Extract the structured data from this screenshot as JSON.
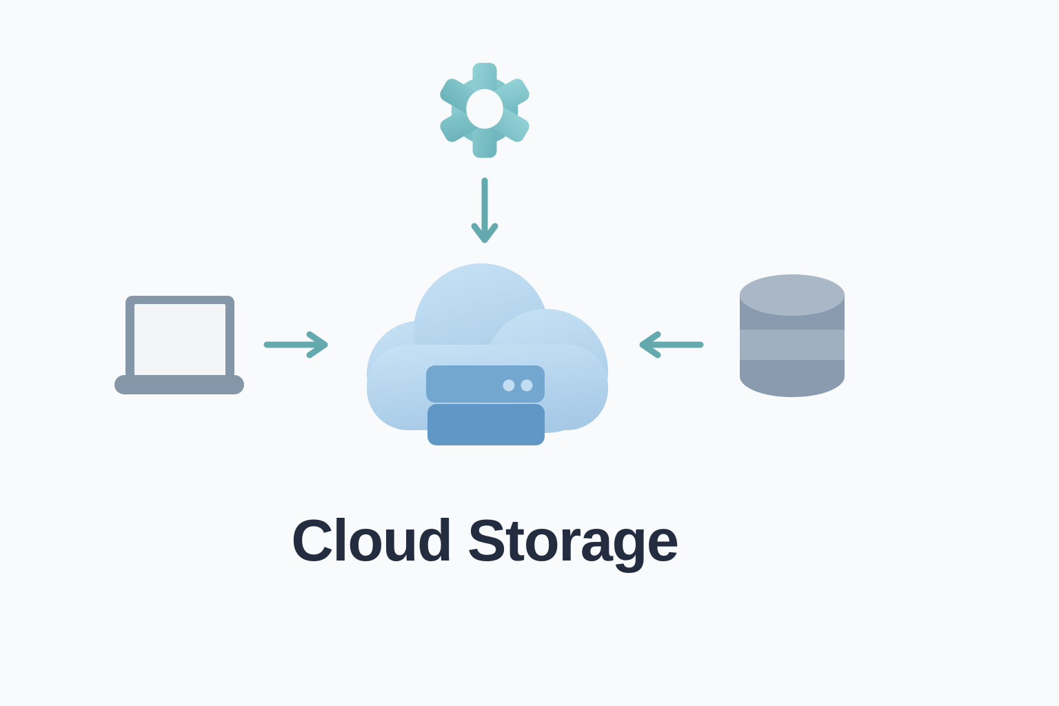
{
  "title": "Cloud Storage",
  "diagram": {
    "description": "Concept diagram of cloud storage with connected components",
    "nodes": [
      {
        "id": "settings",
        "icon": "gear-icon",
        "position": "top-center"
      },
      {
        "id": "client-laptop",
        "icon": "laptop-icon",
        "position": "middle-left"
      },
      {
        "id": "cloud-storage",
        "icon": "cloud-server-icon",
        "position": "center"
      },
      {
        "id": "database",
        "icon": "database-icon",
        "position": "middle-right"
      }
    ],
    "edges": [
      {
        "from": "settings",
        "to": "cloud-storage",
        "direction": "down",
        "icon": "arrow-down-icon"
      },
      {
        "from": "client-laptop",
        "to": "cloud-storage",
        "direction": "right",
        "icon": "arrow-right-icon"
      },
      {
        "from": "database",
        "to": "cloud-storage",
        "direction": "left",
        "icon": "arrow-left-icon"
      }
    ]
  },
  "colors": {
    "background": "#F8FAFC",
    "title_text": "#232D3F",
    "arrow": "#64A9AE",
    "gear_light": "#93D3D7",
    "gear_dark": "#6BB2BA",
    "cloud_light": "#C4E0F4",
    "cloud_dark": "#A6C9E6",
    "server_top": "#74A7CF",
    "server_bottom": "#6097C7",
    "server_dot": "#C2DDF1",
    "laptop_frame": "#8596A8",
    "laptop_screen": "#F3F5F7",
    "db_band_dark": "#8A9BAF",
    "db_band_light": "#9FB0C1",
    "db_top": "#A9B7C6"
  }
}
